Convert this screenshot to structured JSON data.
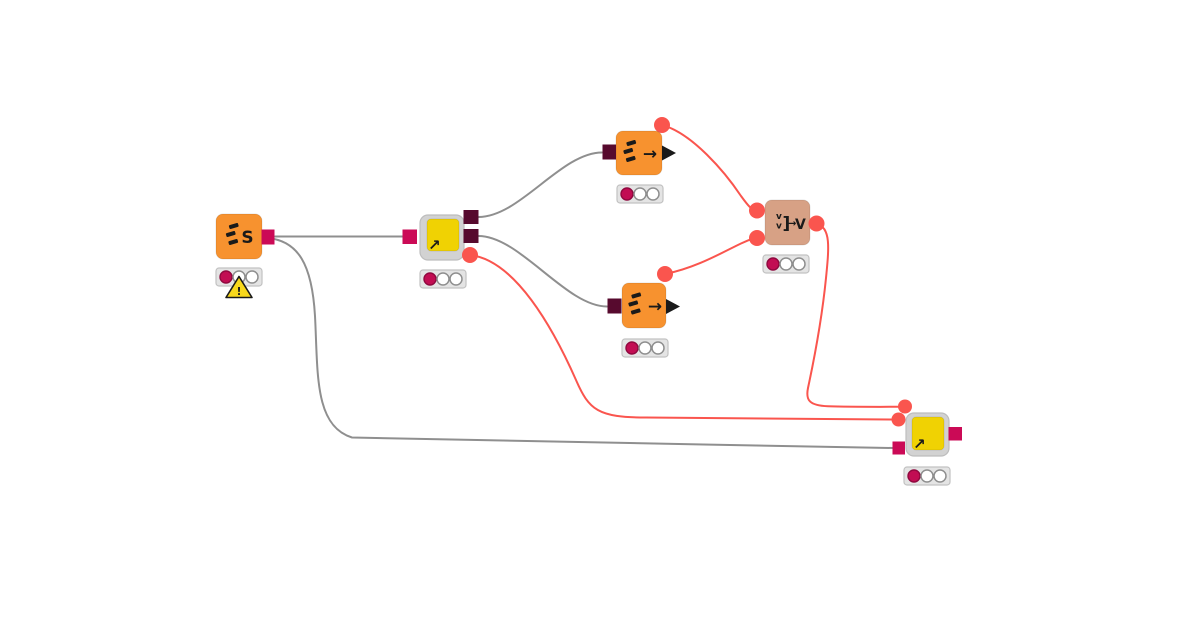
{
  "app": {
    "name": "workflow-editor-canvas"
  },
  "colors": {
    "background": "#FFFFFF",
    "node_orange": "#F7922F",
    "node_yellow": "#F0D203",
    "node_tan": "#D7A185",
    "component_frame": "#D2D2D2",
    "port_magenta": "#CB0A56",
    "port_maroon": "#570A2E",
    "port_data_black": "#1A1A1A",
    "flow_variable_red": "#FA554E",
    "wire_gray": "#8F8F8F",
    "status_red": "#C20D53",
    "status_off": "#FFFFFF",
    "warning_yellow": "#F8D81C",
    "traffic_light_bg": "#E4E4E4"
  },
  "workflow": {
    "nodes": [
      {
        "id": "node-1",
        "kind": "node",
        "name": "source-node",
        "lights": [
          "red",
          "off",
          "off"
        ],
        "warning": true,
        "glyphs": {
          "s": "S",
          "warning": "!"
        }
      },
      {
        "id": "node-2",
        "kind": "component",
        "name": "component-view",
        "lights": [
          "red",
          "off",
          "off"
        ],
        "glyphs": {
          "arrow": "↗"
        }
      },
      {
        "id": "node-3",
        "kind": "node",
        "name": "rows-to-variable-top",
        "lights": [
          "red",
          "off",
          "off"
        ],
        "glyphs": {
          "arrow": "→"
        }
      },
      {
        "id": "node-4",
        "kind": "node",
        "name": "rows-to-variable-bottom",
        "lights": [
          "red",
          "off",
          "off"
        ],
        "glyphs": {
          "arrow": "→"
        }
      },
      {
        "id": "node-5",
        "kind": "node",
        "name": "merge-variables",
        "lights": [
          "red",
          "off",
          "off"
        ],
        "glyphs": {
          "v_small": "v",
          "bracket": "]",
          "arrow": "→",
          "v_big": "V"
        }
      },
      {
        "id": "node-6",
        "kind": "component",
        "name": "component-output",
        "lights": [
          "red",
          "off",
          "off"
        ],
        "glyphs": {
          "arrow": "↗"
        }
      }
    ],
    "connections": [
      {
        "from": "node-1",
        "to": "node-2",
        "type": "data"
      },
      {
        "from": "node-1",
        "to": "node-6",
        "type": "data"
      },
      {
        "from": "node-2",
        "to": "node-3",
        "type": "data"
      },
      {
        "from": "node-2",
        "to": "node-4",
        "type": "data"
      },
      {
        "from": "node-2",
        "to": "node-6",
        "type": "flow-variable"
      },
      {
        "from": "node-3",
        "to": "node-5",
        "type": "flow-variable"
      },
      {
        "from": "node-4",
        "to": "node-5",
        "type": "flow-variable"
      },
      {
        "from": "node-5",
        "to": "node-6",
        "type": "flow-variable"
      }
    ]
  }
}
